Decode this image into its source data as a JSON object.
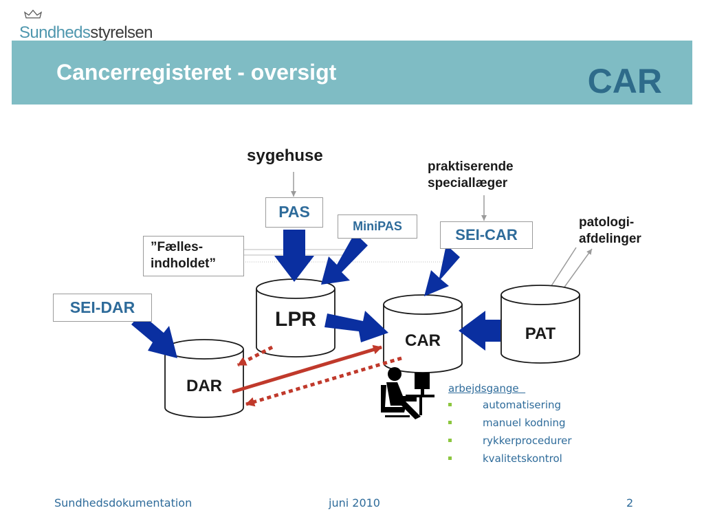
{
  "logo": {
    "part1": "Sundheds",
    "part2": "styrelsen"
  },
  "header": {
    "title": "Cancerregisteret - oversigt",
    "badge": "CAR"
  },
  "sources": {
    "sygehuse": "sygehuse",
    "praktiserende_line1": "praktiserende",
    "praktiserende_line2": "speciallæger",
    "patologi_line1": "patologi-",
    "patologi_line2": "afdelinger"
  },
  "boxes": {
    "pas": "PAS",
    "minipas": "MiniPAS",
    "sei_car": "SEI-CAR",
    "sei_dar": "SEI-DAR",
    "faelles_line1": "”Fælles-",
    "faelles_line2": "indholdet”"
  },
  "databases": {
    "lpr": "LPR",
    "car": "CAR",
    "pat": "PAT",
    "dar": "DAR"
  },
  "workflow": {
    "title": "arbejdsgange  ",
    "items": [
      "automatisering",
      "manuel kodning",
      "rykkerprocedurer",
      "kvalitetskontrol"
    ]
  },
  "footer": {
    "left": "Sundhedsdokumentation",
    "center": "juni 2010",
    "page": "2"
  },
  "colors": {
    "header_bg": "#7fbcc4",
    "arrow_blue": "#0a2fa0",
    "arrow_red": "#c0392b",
    "accent_text": "#2e6b9a",
    "bullet": "#8cc63f"
  }
}
